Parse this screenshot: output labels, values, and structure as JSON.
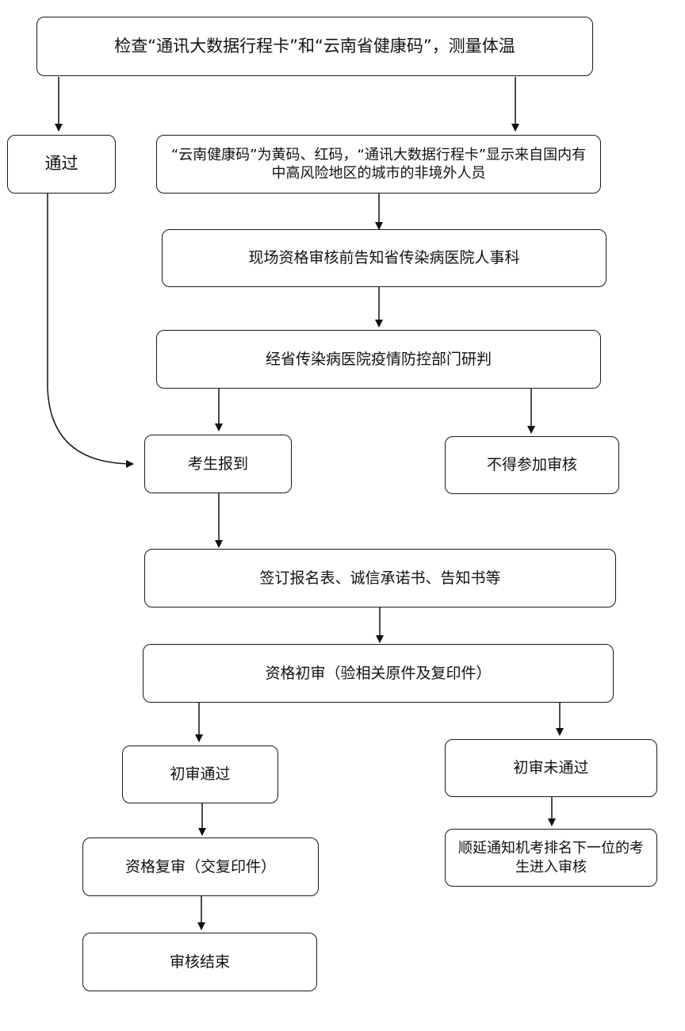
{
  "nodes": {
    "check": "检查“通讯大数据行程卡”和“云南省健康码”，测量体温",
    "pass": "通过",
    "risk": "“云南健康码”为黄码、红码，“通讯大数据行程卡”显示来自国内有中高风险地区的城市的非境外人员",
    "notify": "现场资格审核前告知省传染病医院人事科",
    "assess": "经省传染病医院疫情防控部门研判",
    "report": "考生报到",
    "denied": "不得参加审核",
    "sign": "签订报名表、诚信承诺书、告知书等",
    "initial_review": "资格初审（验相关原件及复印件）",
    "initial_pass": "初审通过",
    "initial_fail": "初审未通过",
    "second_review": "资格复审（交复印件）",
    "next_candidate": "顺延通知机考排名下一位的考生进入审核",
    "end": "审核结束"
  }
}
